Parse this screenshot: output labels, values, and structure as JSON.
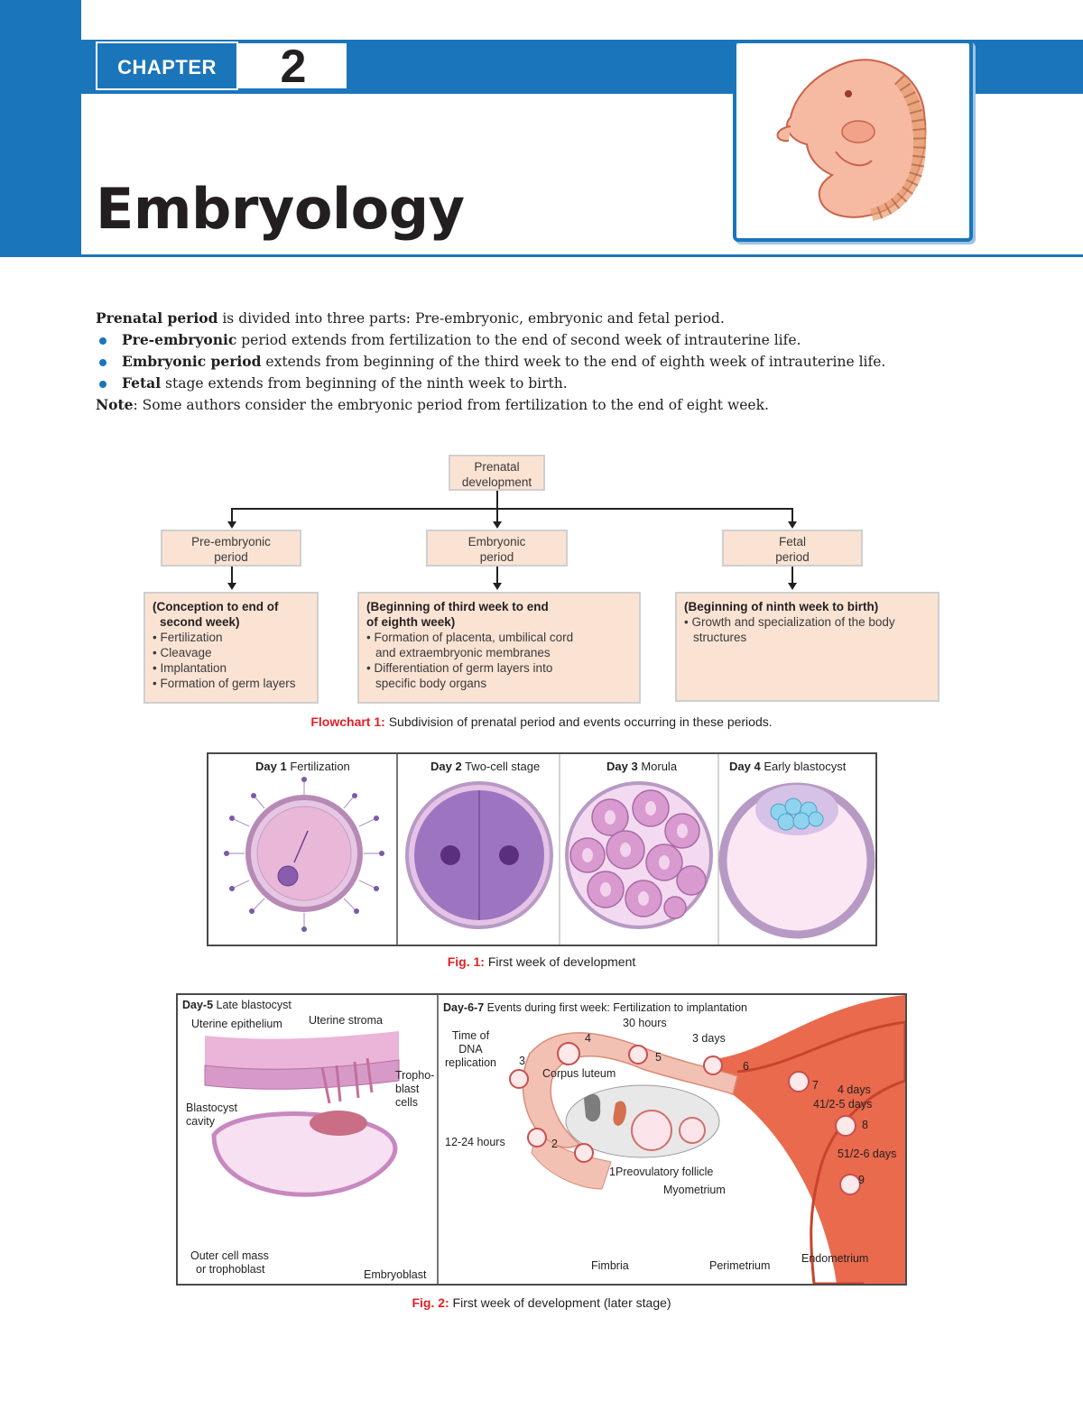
{
  "header": {
    "chapter_label": "CHAPTER",
    "chapter_number": "2",
    "title": "Embryology",
    "accent_color": "#1b75bb"
  },
  "intro": {
    "line1_bold": "Prenatal period",
    "line1_rest": " is divided into three parts: Pre-embryonic, embryonic and fetal period.",
    "bullets": [
      {
        "bold": "Pre-embryonic",
        "rest": " period extends from fertilization to the end of second week of intrauterine life."
      },
      {
        "bold": "Embryonic period",
        "rest": " extends from beginning of the third week to the end of eighth week of intrauterine life."
      },
      {
        "bold": "Fetal",
        "rest": " stage extends from beginning of the ninth week to birth."
      }
    ],
    "note_bold": "Note",
    "note_rest": ": Some authors consider the embryonic period from fertilization to the end of eight week."
  },
  "flowchart": {
    "root": [
      "Prenatal",
      "development"
    ],
    "branches": [
      {
        "head": [
          "Pre-embryonic",
          "period"
        ],
        "detail_bold": [
          "(Conception to end of",
          "second week)"
        ],
        "items": [
          "• Fertilization",
          "• Cleavage",
          "• Implantation",
          "• Formation of germ layers"
        ]
      },
      {
        "head": [
          "Embryonic",
          "period"
        ],
        "detail_bold": [
          "(Beginning of third week to end",
          "of eighth week)"
        ],
        "items": [
          "• Formation of placenta, umbilical cord",
          "  and extraembryonic membranes",
          "• Differentiation of germ layers into",
          "  specific body organs"
        ]
      },
      {
        "head": [
          "Fetal",
          "period"
        ],
        "detail_bold": [
          "(Beginning of ninth week to birth)"
        ],
        "items": [
          "• Growth and specialization of the body",
          "  structures"
        ]
      }
    ],
    "box_color": "#fbe3d4",
    "caption_label": "Flowchart 1:",
    "caption_text": " Subdivision of prenatal period and events occurring in these periods."
  },
  "fig1": {
    "panels": [
      {
        "day": "Day 1",
        "desc": " Fertilization"
      },
      {
        "day": "Day 2",
        "desc": " Two-cell stage"
      },
      {
        "day": "Day 3",
        "desc": " Morula"
      },
      {
        "day": "Day 4",
        "desc": " Early blastocyst"
      }
    ],
    "caption_label": "Fig. 1:",
    "caption_text": " First week of development"
  },
  "fig2": {
    "left_title_bold": "Day-5",
    "left_title_rest": " Late blastocyst",
    "left_labels": {
      "uterine_epithelium": "Uterine epithelium",
      "uterine_stroma": "Uterine stroma",
      "trophoblast_cells": [
        "Tropho-",
        "blast",
        "cells"
      ],
      "blastocyst_cavity": [
        "Blastocyst",
        "cavity"
      ],
      "outer_cell_mass": [
        "Outer cell mass",
        "or trophoblast"
      ],
      "embryoblast": "Embryoblast"
    },
    "right_title_bold": "Day-6-7",
    "right_title_rest": " Events during first week: Fertilization to implantation",
    "right_labels": {
      "time_dna": [
        "Time of",
        "DNA",
        "replication"
      ],
      "hours_30": "30 hours",
      "days_3": "3 days",
      "corpus_luteum": "Corpus luteum",
      "hours_12_24": "12-24 hours",
      "days_4": "4 days",
      "days_4_5": "41/2-5 days",
      "days_5_6": "51/2-6 days",
      "preovulatory": "Preovulatory follicle",
      "myometrium": "Myometrium",
      "fimbria": "Fimbria",
      "perimetrium": "Perimetrium",
      "endometrium": "Endometrium",
      "stage_numbers": [
        "1",
        "2",
        "3",
        "4",
        "5",
        "6",
        "7",
        "8",
        "9"
      ]
    },
    "caption_label": "Fig. 2:",
    "caption_text": " First week of development (later stage)"
  }
}
